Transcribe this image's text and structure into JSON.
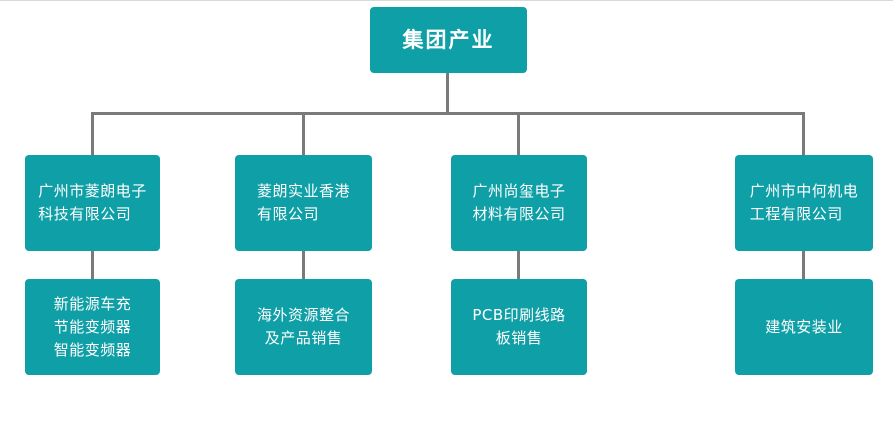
{
  "colors": {
    "box_fill": "#0f9fa6",
    "box_text": "#ffffff",
    "connector": "#7a7a7a"
  },
  "root": {
    "label": "集团产业"
  },
  "companies": [
    {
      "name": "广州市菱朗电子\n科技有限公司",
      "business": "新能源车充\n节能变频器\n智能变频器"
    },
    {
      "name": "菱朗实业香港\n有限公司",
      "business": "海外资源整合\n及产品销售"
    },
    {
      "name": "广州尚玺电子\n材料有限公司",
      "business": "PCB印刷线路\n板销售"
    },
    {
      "name": "广州市中何机电\n工程有限公司",
      "business": "建筑安装业"
    }
  ]
}
